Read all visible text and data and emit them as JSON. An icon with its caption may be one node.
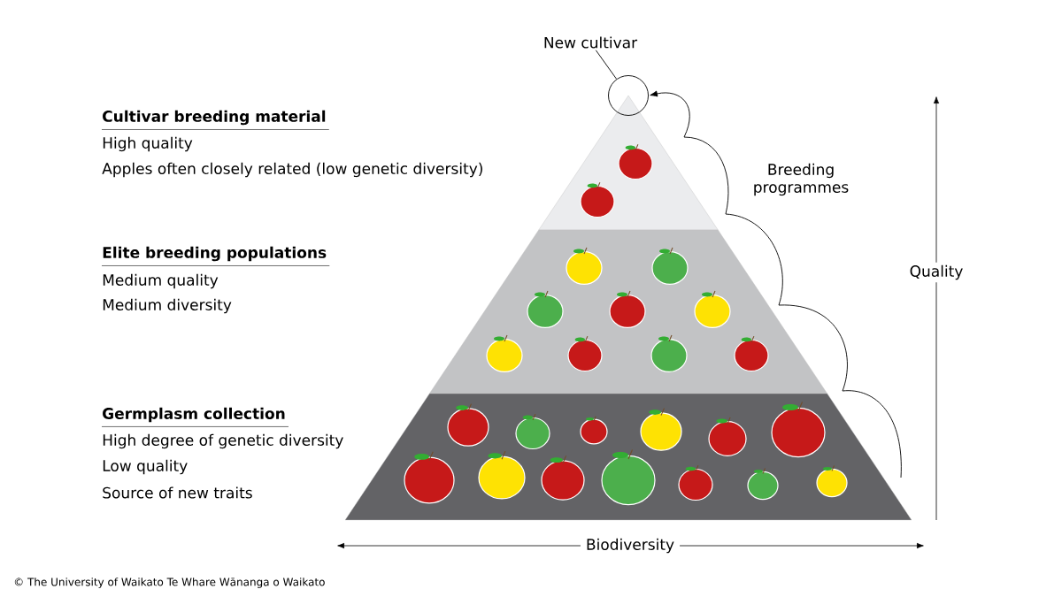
{
  "diagram": {
    "nodes": [
      {
        "text": [
          "New cultivar"
        ]
      },
      {
        "text": [],
        "shape": "circle"
      }
    ],
    "edges": [
      {
        "from": 0,
        "to": 1,
        "arrow": "none"
      },
      {
        "from": null,
        "to": 1,
        "arrow": "to",
        "label": "Breeding programmes"
      }
    ],
    "labels": [
      "Cultivar breeding material",
      "High quality",
      "Apples often closely related (low genetic diversity)",
      "Elite breeding populations",
      "Medium quality",
      "Medium diversity",
      "Germplasm collection",
      "High degree of genetic diversity",
      "Low quality",
      "Source of new traits",
      "Quality",
      "Biodiversity",
      "© The University of Waikato Te Whare Wānanga o Waikato"
    ]
  }
}
